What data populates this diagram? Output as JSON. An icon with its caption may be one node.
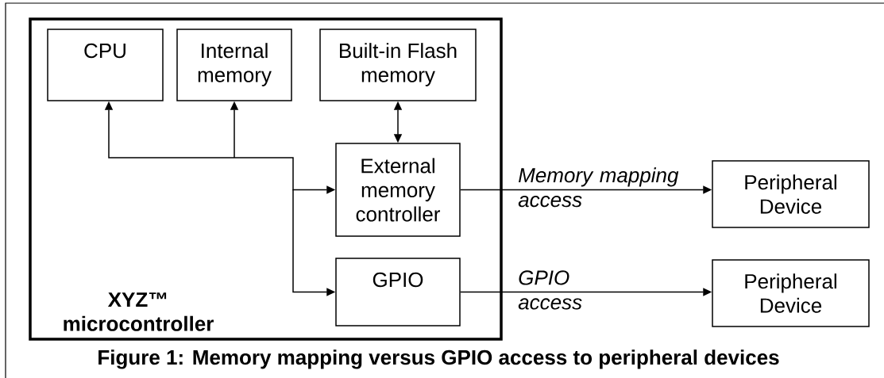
{
  "diagram": {
    "caption": "Figure 1: Memory mapping versus GPIO access to peripheral devices",
    "nodes": [
      {
        "text": [
          "XYZ™ microcontroller"
        ]
      },
      {
        "text": [
          "CPU"
        ],
        "in": 0
      },
      {
        "text": [
          "Internal memory"
        ],
        "in": 0
      },
      {
        "text": [
          "Built-in Flash memory"
        ],
        "in": 0
      },
      {
        "text": [
          "External memory controller"
        ],
        "in": 0
      },
      {
        "text": [
          "GPIO"
        ],
        "in": 0
      },
      {
        "text": [
          "Peripheral Device"
        ]
      },
      {
        "text": [
          "Peripheral Device"
        ]
      }
    ],
    "edges": [
      {
        "from": null,
        "to": 1,
        "arrow": "to"
      },
      {
        "from": null,
        "to": 2,
        "arrow": "to"
      },
      {
        "from": null,
        "to": 4,
        "arrow": "to"
      },
      {
        "from": null,
        "to": 5,
        "arrow": "to"
      },
      {
        "from": 3,
        "to": 4,
        "arrow": "both"
      },
      {
        "from": 4,
        "to": 6,
        "arrow": "to",
        "label": "Memory mapping access"
      },
      {
        "from": 5,
        "to": 7,
        "arrow": "to",
        "label": "GPIO access"
      }
    ]
  }
}
